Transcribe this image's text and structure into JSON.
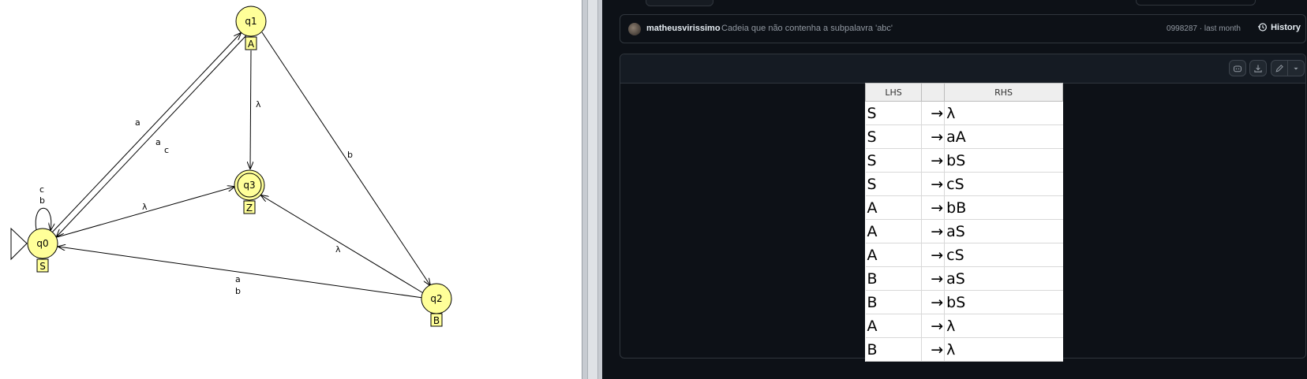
{
  "automaton": {
    "states": [
      {
        "name": "q1",
        "tag": "A"
      },
      {
        "name": "q3",
        "tag": "Z"
      },
      {
        "name": "q0",
        "tag": "S"
      },
      {
        "name": "q2",
        "tag": "B"
      }
    ],
    "transition_labels": {
      "q0_to_q1": "a",
      "q1_to_q0_a": "a",
      "q1_to_q0_c": "c",
      "q1_to_q3": "λ",
      "q1_to_q2": "b",
      "q0_loop_c": "c",
      "q0_loop_b": "b",
      "q0_to_q3": "λ",
      "q2_to_q3": "λ",
      "q2_to_q0_a": "a",
      "q2_to_q0_b": "b"
    }
  },
  "commit": {
    "author": "matheusvirissimo",
    "message": "Cadeia que não contenha a subpalavra 'abc'",
    "meta": "0998287 · last month",
    "history_label": "History"
  },
  "toolbar": {
    "icons": [
      "copilot-icon",
      "download-icon",
      "pencil-icon",
      "triangle-down-icon"
    ]
  },
  "grammar": {
    "headers": {
      "lhs": "LHS",
      "arrow": "",
      "rhs": "RHS"
    },
    "rows": [
      {
        "lhs": "S",
        "arrow": "→",
        "rhs": "λ"
      },
      {
        "lhs": "S",
        "arrow": "→",
        "rhs": "aA"
      },
      {
        "lhs": "S",
        "arrow": "→",
        "rhs": "bS"
      },
      {
        "lhs": "S",
        "arrow": "→",
        "rhs": "cS"
      },
      {
        "lhs": "A",
        "arrow": "→",
        "rhs": "bB"
      },
      {
        "lhs": "A",
        "arrow": "→",
        "rhs": "aS"
      },
      {
        "lhs": "A",
        "arrow": "→",
        "rhs": "cS"
      },
      {
        "lhs": "B",
        "arrow": "→",
        "rhs": "aS"
      },
      {
        "lhs": "B",
        "arrow": "→",
        "rhs": "bS"
      },
      {
        "lhs": "A",
        "arrow": "→",
        "rhs": "λ"
      },
      {
        "lhs": "B",
        "arrow": "→",
        "rhs": "λ"
      }
    ]
  },
  "colors": {
    "state_fill": "#ffff99",
    "dark_bg": "#0d1117",
    "border": "#30363d"
  }
}
